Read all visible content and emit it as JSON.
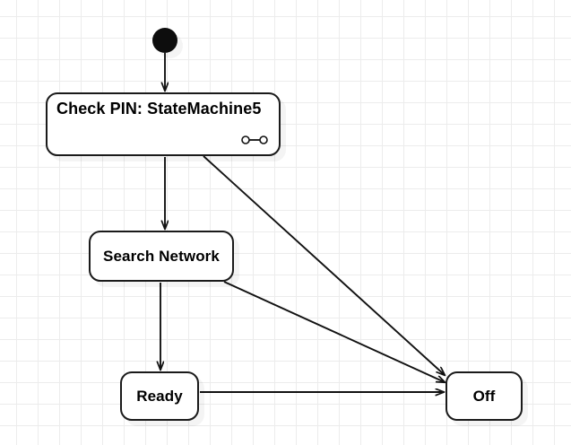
{
  "diagram": {
    "type": "uml-state-machine",
    "background": {
      "color": "#ffffff",
      "grid_color": "#ececec",
      "grid_spacing": 24
    },
    "stroke_color": "#1a1a1a",
    "nodes": [
      {
        "id": "initial",
        "kind": "initial-pseudostate",
        "label": "",
        "icon": "filled-circle-icon"
      },
      {
        "id": "checkpin",
        "kind": "composite-state",
        "label": "Check PIN: StateMachine5",
        "icon": "composite-state-icon"
      },
      {
        "id": "search",
        "kind": "state",
        "label": "Search Network"
      },
      {
        "id": "ready",
        "kind": "state",
        "label": "Ready"
      },
      {
        "id": "off",
        "kind": "state",
        "label": "Off"
      }
    ],
    "edges": [
      {
        "id": "e1",
        "from": "initial",
        "to": "checkpin",
        "label": ""
      },
      {
        "id": "e2",
        "from": "checkpin",
        "to": "search",
        "label": ""
      },
      {
        "id": "e3",
        "from": "checkpin",
        "to": "off",
        "label": ""
      },
      {
        "id": "e4",
        "from": "search",
        "to": "ready",
        "label": ""
      },
      {
        "id": "e5",
        "from": "search",
        "to": "off",
        "label": ""
      },
      {
        "id": "e6",
        "from": "ready",
        "to": "off",
        "label": ""
      }
    ]
  }
}
